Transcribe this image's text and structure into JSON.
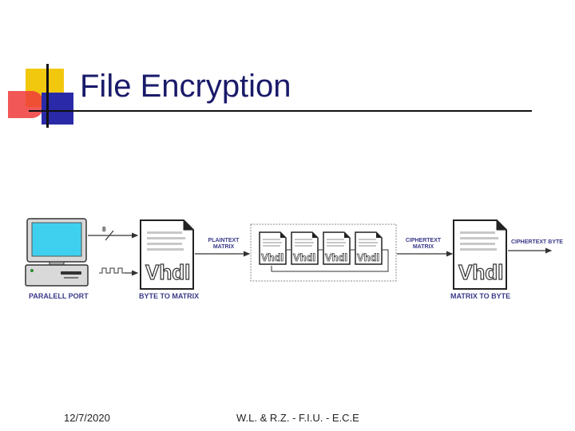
{
  "slide": {
    "title": "File Encryption",
    "footer_date": "12/7/2020",
    "footer_credit": "W.L. & R.Z. - F.I.U. - E.C.E"
  },
  "diagram": {
    "bus_width_label": "8",
    "parallel_port_label": "PARALELL PORT",
    "byte_to_matrix_label": "BYTE TO MATRIX",
    "plaintext_matrix_label_1": "PLAINTEXT",
    "plaintext_matrix_label_2": "MATRIX",
    "ciphertext_matrix_label_1": "CIPHERTEXT",
    "ciphertext_matrix_label_2": "MATRIX",
    "matrix_to_byte_label": "MATRIX TO BYTE",
    "ciphertext_byte_label": "CIPHERTEXT BYTE",
    "vhdl_text": "Vhdl"
  },
  "colors": {
    "monitor_screen": "#3fd0ef",
    "title_text": "#1a1a6a",
    "label_text": "#3a3a8a"
  }
}
